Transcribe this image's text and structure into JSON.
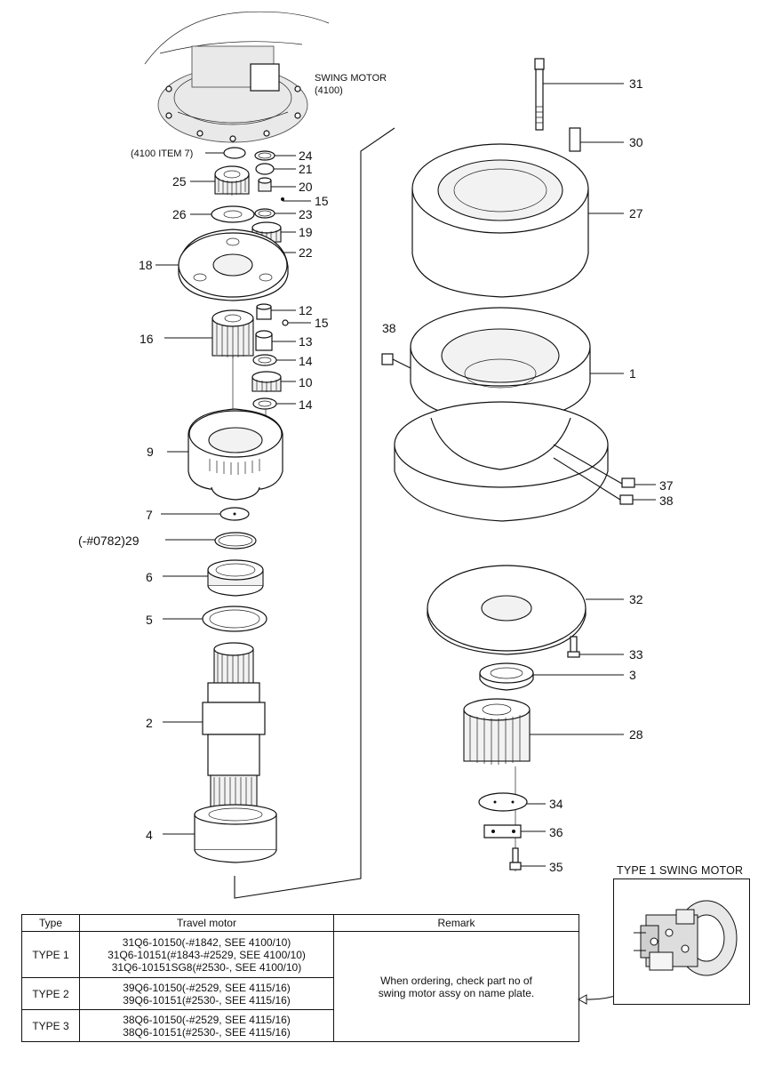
{
  "header": {
    "swing_motor_line1": "SWING MOTOR",
    "swing_motor_line2": "(4100)",
    "ref_item": "(4100 ITEM 7)"
  },
  "callouts": {
    "c24": "24",
    "c21": "21",
    "c20": "20",
    "c15a": "15",
    "c25": "25",
    "c26": "26",
    "c23": "23",
    "c19": "19",
    "c22": "22",
    "c18": "18",
    "c12": "12",
    "c15b": "15",
    "c16": "16",
    "c13": "13",
    "c14a": "14",
    "c10": "10",
    "c14b": "14",
    "c9": "9",
    "c7": "7",
    "c29": "(-#0782)29",
    "c6": "6",
    "c5": "5",
    "c2": "2",
    "c4": "4",
    "c31": "31",
    "c30": "30",
    "c27": "27",
    "c38a": "38",
    "c1": "1",
    "c37": "37",
    "c38b": "38",
    "c32": "32",
    "c33": "33",
    "c3": "3",
    "c28": "28",
    "c34": "34",
    "c36": "36",
    "c35": "35"
  },
  "type1_caption": "TYPE 1 SWING MOTOR",
  "table": {
    "headers": [
      "Type",
      "Travel motor",
      "Remark"
    ],
    "rows": [
      {
        "type": "TYPE 1",
        "lines": [
          "31Q6-10150(-#1842, SEE 4100/10)",
          "31Q6-10151(#1843-#2529, SEE 4100/10)",
          "31Q6-10151SG8(#2530-, SEE 4100/10)"
        ]
      },
      {
        "type": "TYPE 2",
        "lines": [
          "39Q6-10150(-#2529, SEE 4115/16)",
          "39Q6-10151(#2530-, SEE 4115/16)"
        ]
      },
      {
        "type": "TYPE 3",
        "lines": [
          "38Q6-10150(-#2529, SEE 4115/16)",
          "38Q6-10151(#2530-, SEE 4115/16)"
        ]
      }
    ],
    "remark_line1": "When ordering, check part no of",
    "remark_line2": "swing motor assy on name plate."
  }
}
